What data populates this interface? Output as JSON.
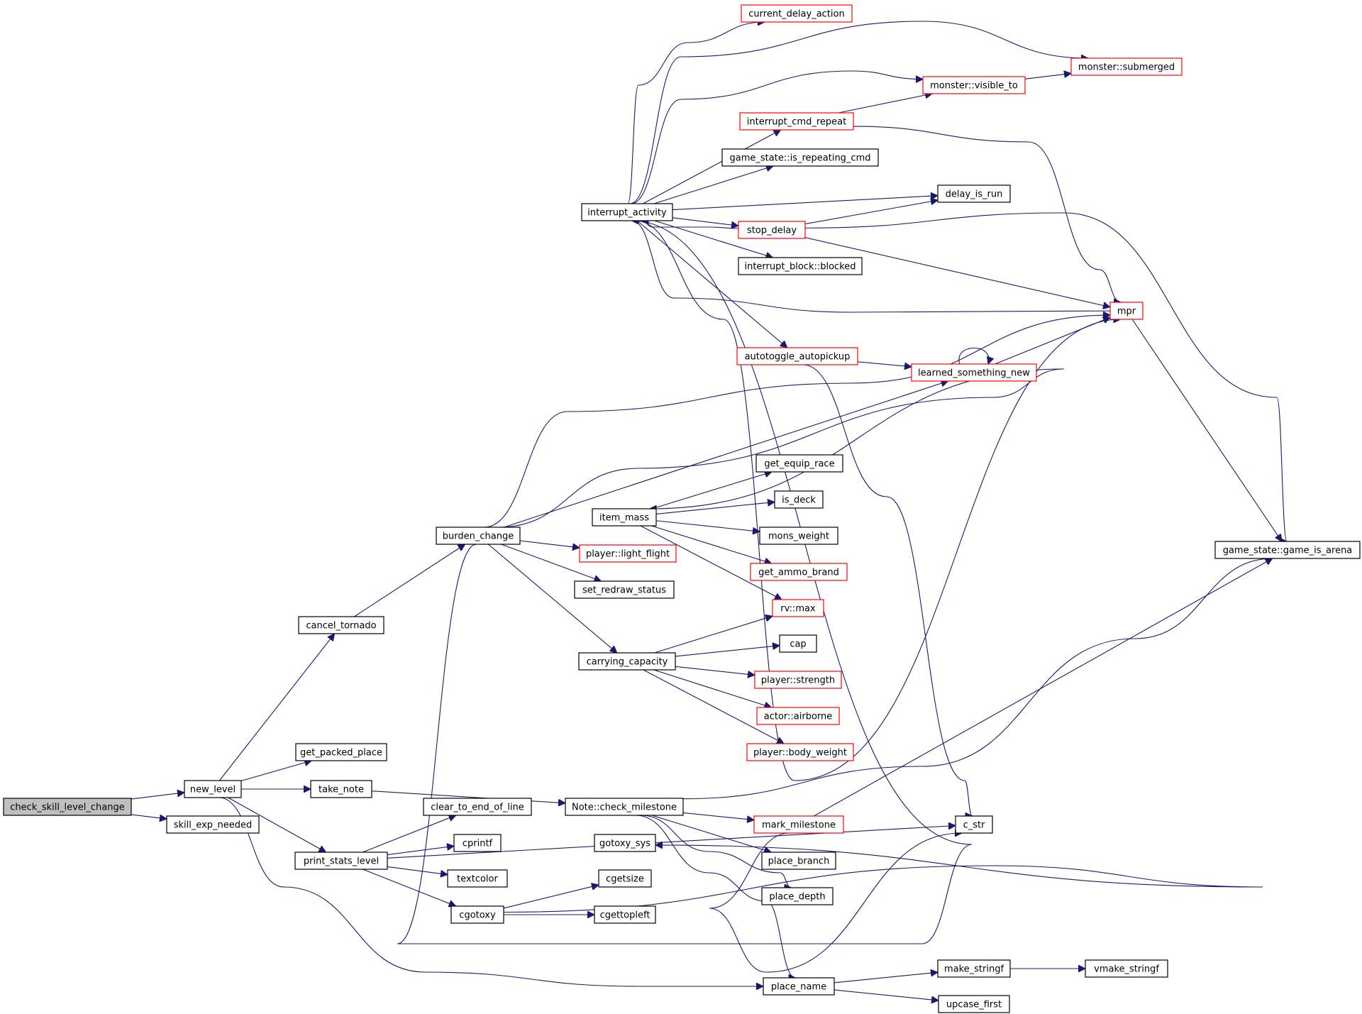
{
  "graph": {
    "kind": "call graph",
    "root": "check_skill_level_change",
    "colors": {
      "edge": "#191970",
      "node_border": "#000000",
      "node_border_incomplete": "#ff0000",
      "root_fill": "#bfbfbf",
      "node_fill": "#ffffff"
    },
    "nodes": [
      {
        "id": "check_skill_level_change",
        "label": "check_skill_level_change",
        "style": "root"
      },
      {
        "id": "new_level",
        "label": "new_level",
        "style": "normal"
      },
      {
        "id": "skill_exp_needed",
        "label": "skill_exp_needed",
        "style": "normal"
      },
      {
        "id": "cancel_tornado",
        "label": "cancel_tornado",
        "style": "normal"
      },
      {
        "id": "get_packed_place",
        "label": "get_packed_place",
        "style": "normal"
      },
      {
        "id": "take_note",
        "label": "take_note",
        "style": "normal"
      },
      {
        "id": "print_stats_level",
        "label": "print_stats_level",
        "style": "normal"
      },
      {
        "id": "burden_change",
        "label": "burden_change",
        "style": "normal"
      },
      {
        "id": "interrupt_activity",
        "label": "interrupt_activity",
        "style": "normal"
      },
      {
        "id": "item_mass",
        "label": "item_mass",
        "style": "normal"
      },
      {
        "id": "player_light_flight",
        "label": "player::light_flight",
        "style": "red"
      },
      {
        "id": "set_redraw_status",
        "label": "set_redraw_status",
        "style": "normal"
      },
      {
        "id": "carrying_capacity",
        "label": "carrying_capacity",
        "style": "normal"
      },
      {
        "id": "note_check_milestone",
        "label": "Note::check_milestone",
        "style": "normal"
      },
      {
        "id": "clear_to_end_of_line",
        "label": "clear_to_end_of_line",
        "style": "normal"
      },
      {
        "id": "cprintf",
        "label": "cprintf",
        "style": "normal"
      },
      {
        "id": "textcolor",
        "label": "textcolor",
        "style": "normal"
      },
      {
        "id": "cgotoxy",
        "label": "cgotoxy",
        "style": "normal"
      },
      {
        "id": "current_delay_action",
        "label": "current_delay_action",
        "style": "red"
      },
      {
        "id": "interrupt_cmd_repeat",
        "label": "interrupt_cmd_repeat",
        "style": "red"
      },
      {
        "id": "game_state_is_repeating_cmd",
        "label": "game_state::is_repeating_cmd",
        "style": "normal"
      },
      {
        "id": "stop_delay",
        "label": "stop_delay",
        "style": "red"
      },
      {
        "id": "interrupt_block_blocked",
        "label": "interrupt_block::blocked",
        "style": "normal"
      },
      {
        "id": "autotoggle_autopickup",
        "label": "autotoggle_autopickup",
        "style": "red"
      },
      {
        "id": "get_equip_race",
        "label": "get_equip_race",
        "style": "normal"
      },
      {
        "id": "is_deck",
        "label": "is_deck",
        "style": "normal"
      },
      {
        "id": "mons_weight",
        "label": "mons_weight",
        "style": "normal"
      },
      {
        "id": "get_ammo_brand",
        "label": "get_ammo_brand",
        "style": "red"
      },
      {
        "id": "rv_max",
        "label": "rv::max",
        "style": "red"
      },
      {
        "id": "cap",
        "label": "cap",
        "style": "normal"
      },
      {
        "id": "player_strength",
        "label": "player::strength",
        "style": "red"
      },
      {
        "id": "actor_airborne",
        "label": "actor::airborne",
        "style": "red"
      },
      {
        "id": "player_body_weight",
        "label": "player::body_weight",
        "style": "red"
      },
      {
        "id": "mark_milestone",
        "label": "mark_milestone",
        "style": "red"
      },
      {
        "id": "place_branch",
        "label": "place_branch",
        "style": "normal"
      },
      {
        "id": "place_depth",
        "label": "place_depth",
        "style": "normal"
      },
      {
        "id": "place_name",
        "label": "place_name",
        "style": "normal"
      },
      {
        "id": "gotoxy_sys",
        "label": "gotoxy_sys",
        "style": "normal"
      },
      {
        "id": "cgetsize",
        "label": "cgetsize",
        "style": "normal"
      },
      {
        "id": "cgettopleft",
        "label": "cgettopleft",
        "style": "normal"
      },
      {
        "id": "monster_visible_to",
        "label": "monster::visible_to",
        "style": "red"
      },
      {
        "id": "delay_is_run",
        "label": "delay_is_run",
        "style": "normal"
      },
      {
        "id": "learned_something_new",
        "label": "learned_something_new",
        "style": "red"
      },
      {
        "id": "c_str",
        "label": "c_str",
        "style": "normal"
      },
      {
        "id": "make_stringf",
        "label": "make_stringf",
        "style": "normal"
      },
      {
        "id": "upcase_first",
        "label": "upcase_first",
        "style": "normal"
      },
      {
        "id": "monster_submerged",
        "label": "monster::submerged",
        "style": "red"
      },
      {
        "id": "mpr",
        "label": "mpr",
        "style": "red"
      },
      {
        "id": "vmake_stringf",
        "label": "vmake_stringf",
        "style": "normal"
      },
      {
        "id": "game_state_game_is_arena",
        "label": "game_state::game_is_arena",
        "style": "normal"
      }
    ],
    "edges": [
      {
        "from": "check_skill_level_change",
        "to": "new_level"
      },
      {
        "from": "check_skill_level_change",
        "to": "skill_exp_needed"
      },
      {
        "from": "new_level",
        "to": "cancel_tornado"
      },
      {
        "from": "new_level",
        "to": "get_packed_place"
      },
      {
        "from": "new_level",
        "to": "take_note"
      },
      {
        "from": "new_level",
        "to": "print_stats_level"
      },
      {
        "from": "new_level",
        "to": "place_name"
      },
      {
        "from": "cancel_tornado",
        "to": "burden_change"
      },
      {
        "from": "take_note",
        "to": "note_check_milestone"
      },
      {
        "from": "print_stats_level",
        "to": "clear_to_end_of_line"
      },
      {
        "from": "print_stats_level",
        "to": "cprintf"
      },
      {
        "from": "print_stats_level",
        "to": "textcolor"
      },
      {
        "from": "print_stats_level",
        "to": "cgotoxy"
      },
      {
        "from": "print_stats_level",
        "to": "c_str"
      },
      {
        "from": "burden_change",
        "to": "interrupt_activity"
      },
      {
        "from": "burden_change",
        "to": "learned_something_new"
      },
      {
        "from": "burden_change",
        "to": "mpr"
      },
      {
        "from": "burden_change",
        "to": "item_mass"
      },
      {
        "from": "burden_change",
        "to": "player_light_flight"
      },
      {
        "from": "burden_change",
        "to": "set_redraw_status"
      },
      {
        "from": "burden_change",
        "to": "carrying_capacity"
      },
      {
        "from": "interrupt_activity",
        "to": "current_delay_action"
      },
      {
        "from": "interrupt_activity",
        "to": "monster_submerged"
      },
      {
        "from": "interrupt_activity",
        "to": "monster_visible_to"
      },
      {
        "from": "interrupt_activity",
        "to": "interrupt_cmd_repeat"
      },
      {
        "from": "interrupt_activity",
        "to": "game_state_is_repeating_cmd"
      },
      {
        "from": "interrupt_activity",
        "to": "delay_is_run"
      },
      {
        "from": "interrupt_activity",
        "to": "stop_delay"
      },
      {
        "from": "interrupt_activity",
        "to": "interrupt_block_blocked"
      },
      {
        "from": "interrupt_activity",
        "to": "autotoggle_autopickup"
      },
      {
        "from": "interrupt_activity",
        "to": "mpr"
      },
      {
        "from": "interrupt_cmd_repeat",
        "to": "monster_visible_to"
      },
      {
        "from": "interrupt_cmd_repeat",
        "to": "mpr"
      },
      {
        "from": "monster_visible_to",
        "to": "monster_submerged"
      },
      {
        "from": "stop_delay",
        "to": "delay_is_run"
      },
      {
        "from": "stop_delay",
        "to": "mpr"
      },
      {
        "from": "stop_delay",
        "to": "game_state_game_is_arena"
      },
      {
        "from": "stop_delay",
        "to": "interrupt_activity"
      },
      {
        "from": "mpr",
        "to": "interrupt_activity"
      },
      {
        "from": "mpr",
        "to": "game_state_game_is_arena"
      },
      {
        "from": "autotoggle_autopickup",
        "to": "learned_something_new"
      },
      {
        "from": "autotoggle_autopickup",
        "to": "c_str"
      },
      {
        "from": "learned_something_new",
        "to": "learned_something_new"
      },
      {
        "from": "learned_something_new",
        "to": "mpr"
      },
      {
        "from": "item_mass",
        "to": "get_equip_race"
      },
      {
        "from": "item_mass",
        "to": "is_deck"
      },
      {
        "from": "item_mass",
        "to": "mons_weight"
      },
      {
        "from": "item_mass",
        "to": "get_ammo_brand"
      },
      {
        "from": "item_mass",
        "to": "rv_max"
      },
      {
        "from": "carrying_capacity",
        "to": "rv_max"
      },
      {
        "from": "carrying_capacity",
        "to": "cap"
      },
      {
        "from": "carrying_capacity",
        "to": "player_strength"
      },
      {
        "from": "carrying_capacity",
        "to": "actor_airborne"
      },
      {
        "from": "carrying_capacity",
        "to": "player_body_weight"
      },
      {
        "from": "note_check_milestone",
        "to": "game_state_game_is_arena"
      },
      {
        "from": "note_check_milestone",
        "to": "mark_milestone"
      },
      {
        "from": "note_check_milestone",
        "to": "place_branch"
      },
      {
        "from": "note_check_milestone",
        "to": "place_depth"
      },
      {
        "from": "note_check_milestone",
        "to": "place_name"
      },
      {
        "from": "mark_milestone",
        "to": "c_str"
      },
      {
        "from": "mark_milestone",
        "to": "game_state_game_is_arena"
      },
      {
        "from": "cgotoxy",
        "to": "gotoxy_sys"
      },
      {
        "from": "cgotoxy",
        "to": "cgetsize"
      },
      {
        "from": "cgotoxy",
        "to": "cgettopleft"
      },
      {
        "from": "place_name",
        "to": "make_stringf"
      },
      {
        "from": "place_name",
        "to": "upcase_first"
      },
      {
        "from": "make_stringf",
        "to": "vmake_stringf"
      }
    ]
  }
}
